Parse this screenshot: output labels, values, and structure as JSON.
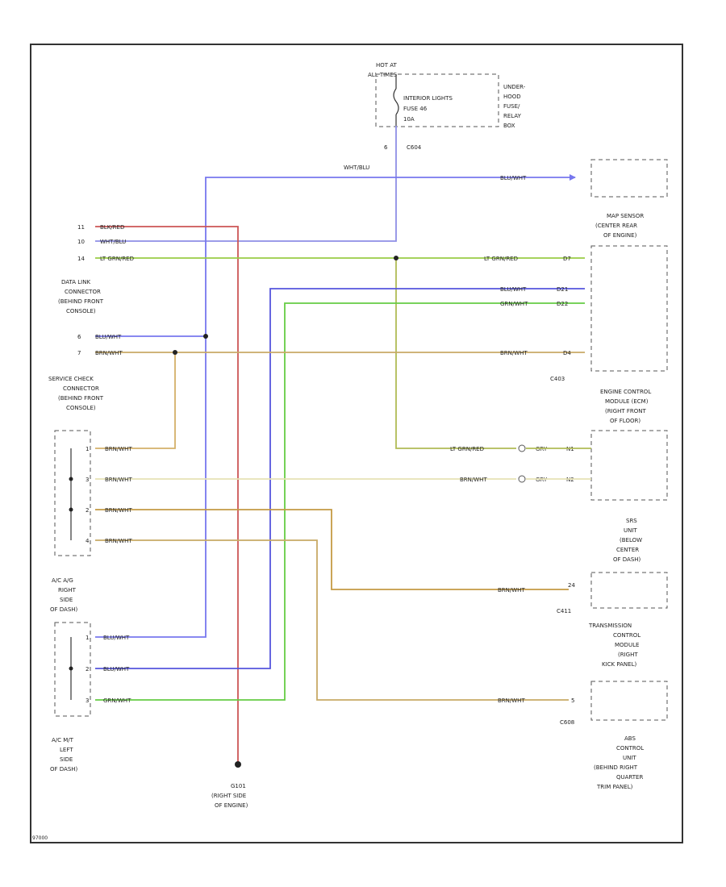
{
  "colors": {
    "blue": "#7777ee",
    "red": "#cc5555",
    "green": "#66cc44",
    "ltgreen": "#b0bb55",
    "tan": "#c8aa66",
    "ltyellow": "#e6e2b4",
    "purple": "#8f8fe6",
    "frame": "#333333",
    "text": "#222222"
  },
  "fuse_block": {
    "hot_at": "HOT AT",
    "all_times": "ALL TIMES",
    "fuse_line1": "INTERIOR LIGHTS",
    "fuse_line2": "FUSE 46",
    "fuse_line3": "10A",
    "box_line1": "UNDER-",
    "box_line2": "HOOD",
    "box_line3": "FUSE/",
    "box_line4": "RELAY",
    "box_line5": "BOX",
    "pin": "6",
    "connector": "C604"
  },
  "wire_labels": {
    "wht_blu_top": "WHT/BLU",
    "blu_wht_top": "BLU/WHT",
    "lt_grn_red_right": "LT GRN/RED",
    "blu_wht_mid": "BLU/WHT",
    "grn_wht_mid": "GRN/WHT",
    "brn_wht_mid": "BRN/WHT",
    "lt_grn_red_low": "LT GRN/RED",
    "brn_wht_low": "BRN/WHT",
    "brn_wht_srs": "BRN/WHT",
    "brn_wht_abs": "BRN/WHT"
  },
  "dlc": {
    "pins": [
      {
        "num": "11",
        "wire": "BLK/RED"
      },
      {
        "num": "10",
        "wire": "WHT/BLU"
      },
      {
        "num": "14",
        "wire": "LT GRN/RED"
      },
      {
        "num": "6",
        "wire": "BLU/WHT"
      },
      {
        "num": "7",
        "wire": "BRN/WHT"
      }
    ],
    "label": [
      "DATA LINK",
      "CONNECTOR",
      "(BEHIND FRONT",
      "CONSOLE)"
    ]
  },
  "service_check": {
    "label": [
      "SERVICE CHECK",
      "CONNECTOR",
      "(BEHIND FRONT",
      "CONSOLE)"
    ],
    "pins": [
      "1",
      "3",
      "2",
      "4"
    ],
    "wires": [
      "BRN/WHT",
      "BRN/WHT",
      "BRN/WHT",
      "BRN/WHT"
    ]
  },
  "at_box": {
    "label": [
      "A/C A/G",
      "RIGHT",
      "SIDE",
      "OF DASH)"
    ],
    "pins": [
      "1",
      "2",
      "3"
    ],
    "wires": [
      "BLU/WHT",
      "BLU/WHT",
      "GRN/WHT"
    ],
    "label2": [
      "A/C M/T",
      "LEFT",
      "SIDE",
      "OF DASH)"
    ]
  },
  "map_sensor": {
    "label": [
      "MAP SENSOR",
      "(CENTER REAR",
      "OF ENGINE)"
    ]
  },
  "ecm_top": {
    "pins": [
      "D7",
      "D21",
      "D22",
      "D4"
    ],
    "connector": "C403",
    "label": [
      "ENGINE CONTROL",
      "MODULE (ECM)",
      "(RIGHT FRONT",
      "OF FLOOR)"
    ]
  },
  "ecm_lower": {
    "pins": [
      "N1",
      "N2"
    ],
    "conn_label": "GRY"
  },
  "srs": {
    "label": [
      "SRS",
      "UNIT",
      "(BELOW",
      "CENTER",
      "OF DASH)"
    ],
    "pin": "24",
    "connector": "C411"
  },
  "tcm": {
    "label": [
      "TRANSMISSION",
      "CONTROL",
      "MODULE",
      "(RIGHT",
      "KICK PANEL)"
    ],
    "pin": "5",
    "connector": "C608"
  },
  "abs": {
    "label": [
      "ABS",
      "CONTROL",
      "UNIT",
      "(BEHIND RIGHT",
      "QUARTER",
      "TRIM PANEL)"
    ]
  },
  "ground": {
    "label": [
      "G101",
      "(RIGHT SIDE",
      "OF ENGINE)"
    ]
  },
  "footer": {
    "code": "97000"
  }
}
